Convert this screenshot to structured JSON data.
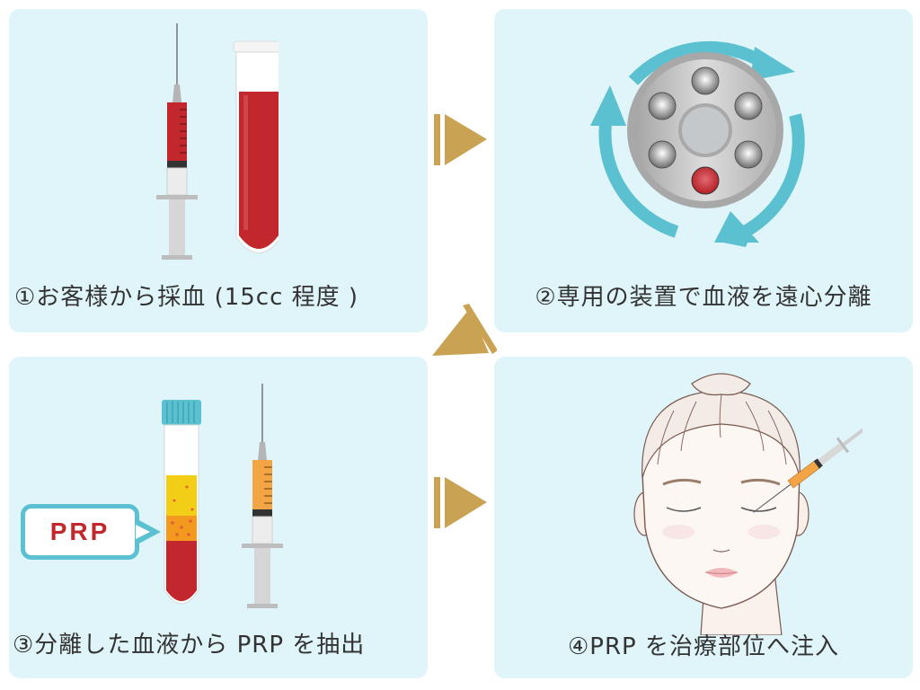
{
  "steps": [
    {
      "number": "①",
      "caption": "①お客様から採血 (15cc 程度 )",
      "illustration": "syringe-and-blood-tube"
    },
    {
      "number": "②",
      "caption": "②専用の装置で血液を遠心分離",
      "illustration": "centrifuge-rotor"
    },
    {
      "number": "③",
      "caption": "③分離した血液から PRP を抽出",
      "illustration": "separated-blood-tube-and-syringe",
      "callout": "PRP"
    },
    {
      "number": "④",
      "caption": "④PRP を治療部位へ注入",
      "illustration": "face-injection"
    }
  ],
  "arrows": [
    {
      "from": 1,
      "to": 2,
      "direction": "right"
    },
    {
      "from": 2,
      "to": 3,
      "direction": "diagonal-down-left"
    },
    {
      "from": 3,
      "to": 4,
      "direction": "right"
    }
  ],
  "colors": {
    "panel_bg": "#dff5f9",
    "arrow": "#c9a353",
    "accent_teal": "#5bc0cf",
    "blood_red": "#c1272d",
    "callout_text": "#c1272d",
    "caption_text": "#333333"
  }
}
